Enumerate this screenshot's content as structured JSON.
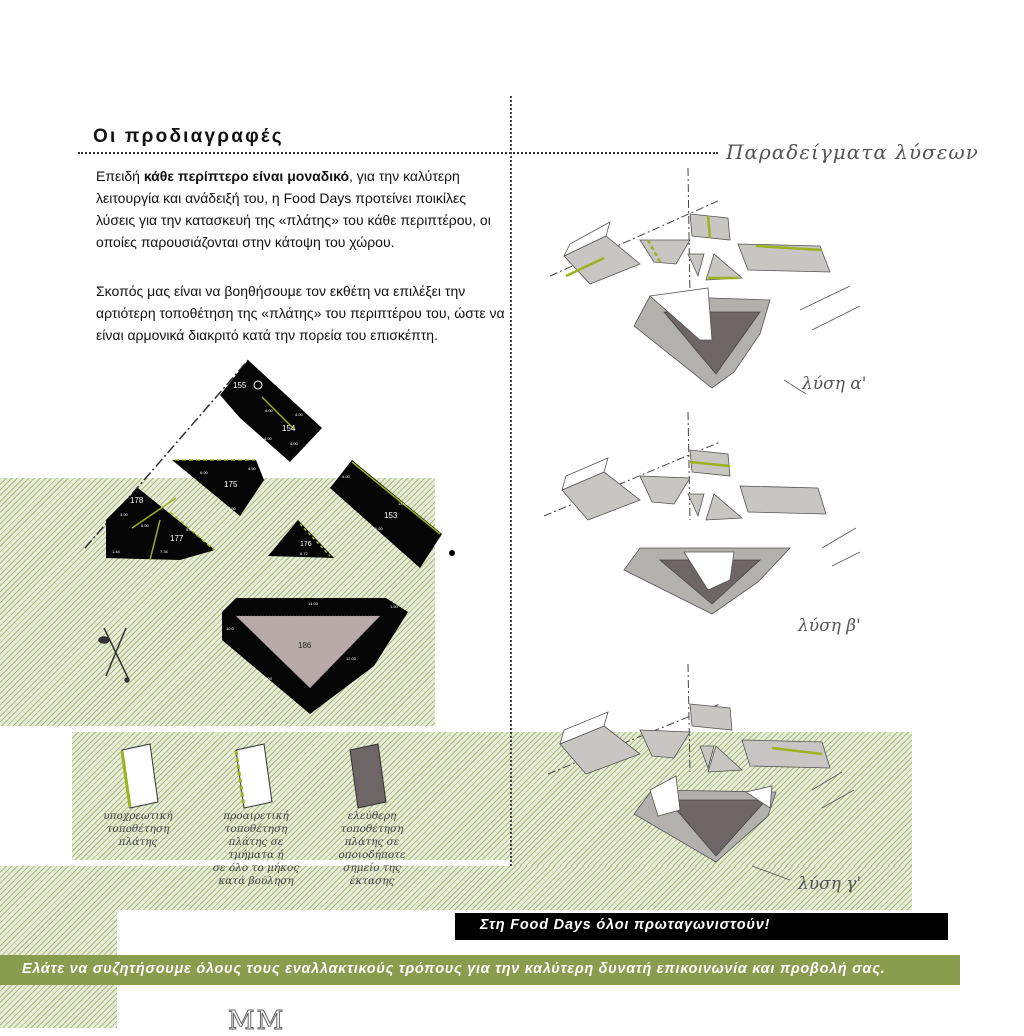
{
  "heading": "Οι προδιαγραφές",
  "intro": {
    "pre": "Επειδή ",
    "bold": "κάθε περίπτερο είναι μοναδικό",
    "post": ", για την καλύτερη λειτουργία και ανάδειξή του, η Food Days προτείνει ποικίλες λύσεις για την κατασκευή της «πλάτης» του κάθε περιπτέρου, οι οποίες παρουσιάζονται στην κάτοψη του χώρου."
  },
  "purpose": "Σκοπός μας είναι να βοηθήσουμε τον εκθέτη να επιλέξει την αρτιότερη τοποθέτηση της «πλάτης» του περιπτέρου του, ώστε να είναι αρμονικά διακριτό κατά την πορεία του επισκέπτη.",
  "examples_title": "Παραδείγματα λύσεων",
  "solutions": [
    "λύση α'",
    "λύση β'",
    "λύση γ'"
  ],
  "booths": {
    "b155": "155",
    "b154": "154",
    "b175": "175",
    "b178": "178",
    "b177": "177",
    "b176": "176",
    "b153": "153",
    "b186": "186"
  },
  "dims": {
    "d1": "4.00",
    "d2": "4.00",
    "d3": "4.00",
    "d4": "4.00",
    "d5": "6.00",
    "d6": "4.50",
    "d7": "4.50",
    "d8": "4.00",
    "d9": "3.00",
    "d10": "6.00",
    "d11": "5.60",
    "d12": "1.44",
    "d13": "7.34",
    "d14": "6.72",
    "d15": "4.00",
    "d16": "13.00",
    "d17": "11.00",
    "d18": "14.00",
    "d19": "1.50",
    "d20": "12.00",
    "d21": "18.00",
    "d22": "10.0"
  },
  "legend": [
    {
      "text": "υποχρεωτική\nτοποθέτηση\nπλάτης"
    },
    {
      "text": "προαιρετική\nτοποθέτηση\nπλάτης σε\nτμήματα ή\nσε όλο το μήκος\nκατά βούληση"
    },
    {
      "text": "ελεύθερη\nτοποθέτηση\nπλάτης σε\nοποιοδήποτε\nσημείο της\nέκτασης"
    }
  ],
  "banner_black": "Στη Food Days όλοι πρωταγωνιστούν!",
  "banner_green": "Ελάτε να συζητήσουμε όλους τους εναλλακτικούς τρόπους για την καλύτερη δυνατή επικοινωνία και προβολή σας.",
  "logo_text": "MM",
  "colors": {
    "accent_green": "#9ab31f",
    "banner_green": "#8a9c4d",
    "hatch": "#a8ba7c"
  }
}
